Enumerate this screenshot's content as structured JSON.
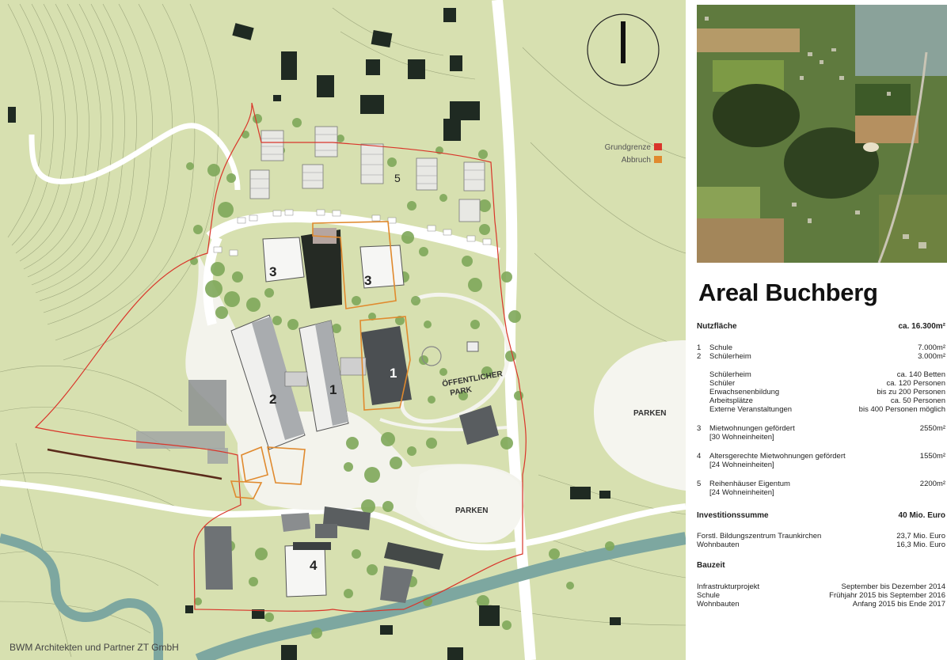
{
  "map": {
    "legend": [
      {
        "label": "Grundgrenze",
        "color": "#d9352a"
      },
      {
        "label": "Abbruch",
        "color": "#e08a2e"
      }
    ],
    "labels": {
      "park": [
        "ÖFFENTLICHER",
        "PARK"
      ],
      "parken_lower": "PARKEN",
      "parken_right": "PARKEN",
      "b1a": "1",
      "b1b": "1",
      "b2": "2",
      "b3a": "3",
      "b3b": "3",
      "b4": "4",
      "b5": "5"
    },
    "credit": "BWM Architekten und Partner ZT GmbH",
    "colors": {
      "ground": "#d7e0b0",
      "river": "#7da7a0",
      "boundary": "#d9352a",
      "demolition": "#e08a2e",
      "tree": "#7fa85a",
      "building_dark": "#1f2a22"
    }
  },
  "sidebar": {
    "title": "Areal Buchberg",
    "nutzflaeche": {
      "label": "Nutzfläche",
      "value": "ca. 16.300m²"
    },
    "items_a": [
      {
        "num": "1",
        "label": "Schule",
        "value": "7.000m²"
      },
      {
        "num": "2",
        "label": "Schülerheim",
        "value": "3.000m²"
      }
    ],
    "details": [
      {
        "label": "Schülerheim",
        "value": "ca. 140 Betten"
      },
      {
        "label": "Schüler",
        "value": "ca. 120 Personen"
      },
      {
        "label": "Erwachsenenbildung",
        "value": "bis zu 200 Personen"
      },
      {
        "label": "Arbeitsplätze",
        "value": "ca. 50 Personen"
      },
      {
        "label": "Externe Veranstaltungen",
        "value": "bis 400 Personen möglich"
      }
    ],
    "items_b": [
      {
        "num": "3",
        "label": "Mietwohnungen gefördert",
        "sub": "[30 Wohneinheiten]",
        "value": "2550m²"
      },
      {
        "num": "4",
        "label": "Altersgerechte Mietwohnungen gefördert",
        "sub": "[24 Wohneinheiten]",
        "value": "1550m²"
      },
      {
        "num": "5",
        "label": "Reihenhäuser Eigentum",
        "sub": "[24 Wohneinheiten]",
        "value": "2200m²"
      }
    ],
    "investition": {
      "label": "Investitionssumme",
      "value": "40 Mio. Euro"
    },
    "invest_items": [
      {
        "label": "Forstl. Bildungszentrum Traunkirchen",
        "value": "23,7 Mio. Euro"
      },
      {
        "label": "Wohnbauten",
        "value": "16,3 Mio. Euro"
      }
    ],
    "bauzeit": {
      "label": "Bauzeit"
    },
    "bauzeit_items": [
      {
        "label": "Infrastrukturprojekt",
        "value": "September bis Dezember 2014"
      },
      {
        "label": "Schule",
        "value": "Frühjahr 2015 bis September 2016"
      },
      {
        "label": "Wohnbauten",
        "value": "Anfang 2015 bis Ende 2017"
      }
    ]
  }
}
